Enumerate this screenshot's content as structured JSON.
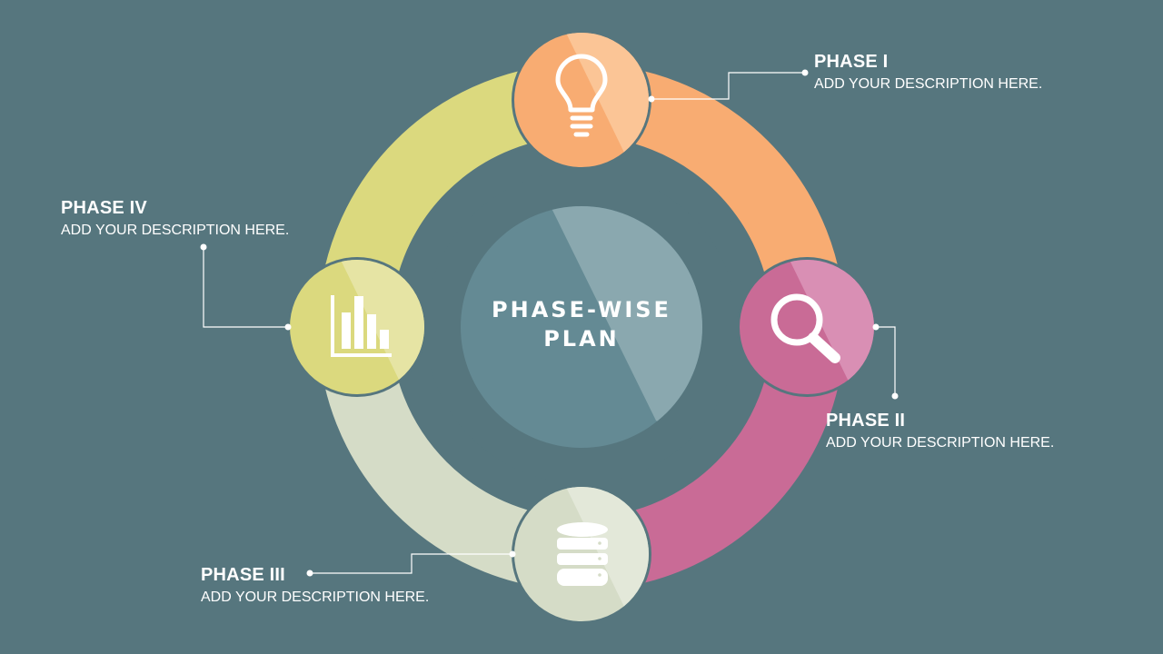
{
  "center": {
    "line1": "PHASE-WISE",
    "line2": "PLAN"
  },
  "phases": [
    {
      "title": "PHASE I",
      "description": "ADD YOUR DESCRIPTION HERE.",
      "color": "#f8ac72",
      "icon": "lightbulb-icon"
    },
    {
      "title": "PHASE II",
      "description": "ADD YOUR DESCRIPTION HERE.",
      "color": "#c96b96",
      "icon": "magnifier-icon"
    },
    {
      "title": "PHASE III",
      "description": "ADD YOUR DESCRIPTION HERE.",
      "color": "#d5dcc7",
      "icon": "database-icon"
    },
    {
      "title": "PHASE IV",
      "description": "ADD YOUR DESCRIPTION HERE.",
      "color": "#dbd97e",
      "icon": "bar-chart-icon"
    }
  ],
  "colors": {
    "background": "#56767e",
    "center_disc": "#648a94",
    "ring_gap": "#56767e"
  }
}
